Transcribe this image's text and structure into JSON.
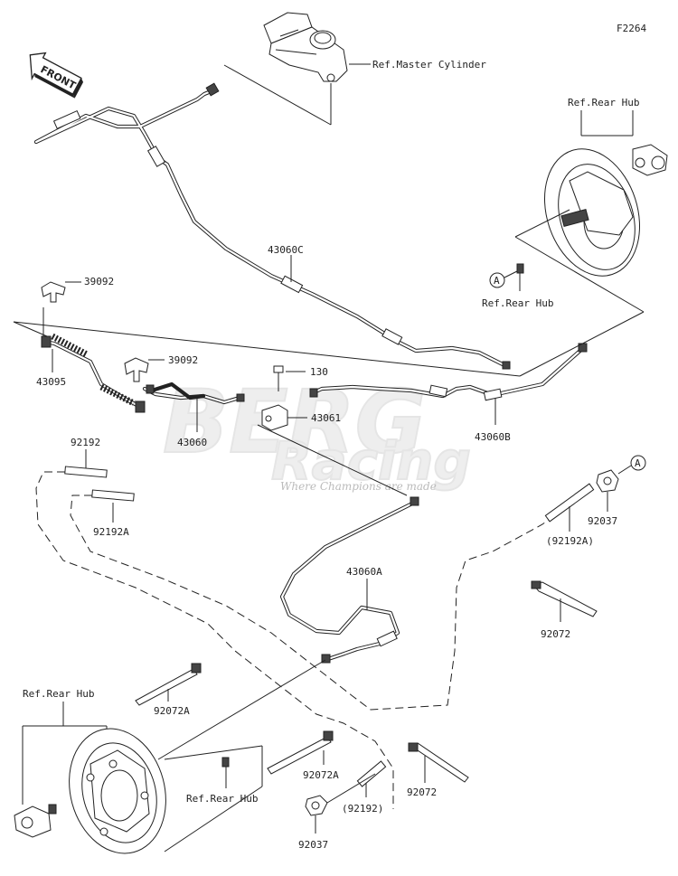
{
  "figure_code": "F2264",
  "front_label": "FRONT",
  "callout_letter": "A",
  "watermark": {
    "main": "BERG",
    "sub": "Racing",
    "tagline": "Where Champions are made"
  },
  "labels": {
    "ref_master_cylinder": "Ref.Master Cylinder",
    "ref_rear_hub_top": "Ref.Rear Hub",
    "ref_rear_hub_a": "Ref.Rear Hub",
    "ref_rear_hub_left": "Ref.Rear Hub",
    "ref_rear_hub_bottom": "Ref.Rear Hub",
    "p_43060C": "43060C",
    "p_39092_upper": "39092",
    "p_39092_lower": "39092",
    "p_43095": "43095",
    "p_130": "130",
    "p_43061": "43061",
    "p_43060": "43060",
    "p_43060B": "43060B",
    "p_92192": "92192",
    "p_92192A": "92192A",
    "p_92192A_paren": "(92192A)",
    "p_92037_right": "92037",
    "p_43060A": "43060A",
    "p_92072_right": "92072",
    "p_92072A_left": "92072A",
    "p_92072A_mid": "92072A",
    "p_92192_paren": "(92192)",
    "p_92072_bottom": "92072",
    "p_92037_bottom": "92037"
  }
}
